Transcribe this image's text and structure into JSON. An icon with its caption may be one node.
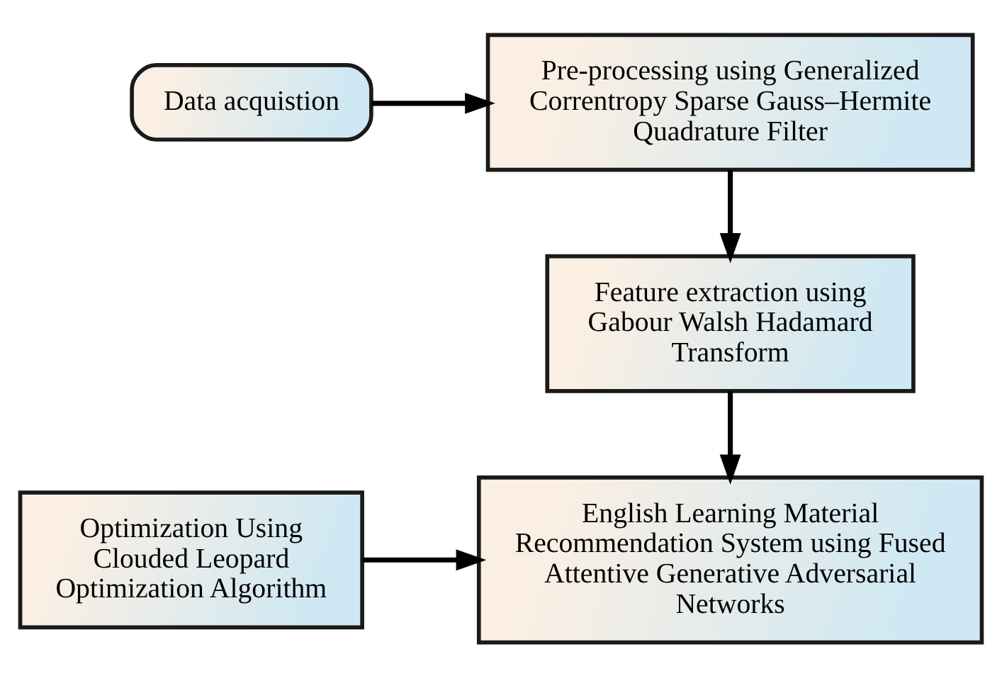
{
  "diagram": {
    "nodes": [
      {
        "text": [
          "Data acquistion"
        ]
      },
      {
        "text": [
          "Pre-processing using Generalized Correntropy Sparse Gauss–Hermite Quadrature Filter"
        ]
      },
      {
        "text": [
          "Feature extraction using Gabour Walsh Hadamard Transform"
        ]
      },
      {
        "text": [
          "English Learning Material Recommendation System using Fused Attentive Generative Adversarial Networks"
        ]
      },
      {
        "text": [
          "Optimization Using Clouded Leopard Optimization Algorithm"
        ]
      }
    ],
    "edges": [
      {
        "from": 0,
        "to": 1,
        "arrow": "to"
      },
      {
        "from": 1,
        "to": 2,
        "arrow": "to"
      },
      {
        "from": 2,
        "to": 3,
        "arrow": "to"
      },
      {
        "from": 4,
        "to": 3,
        "arrow": "to"
      }
    ]
  }
}
